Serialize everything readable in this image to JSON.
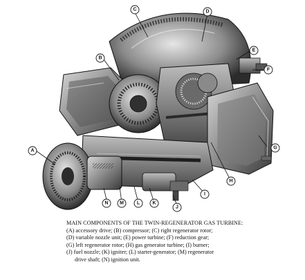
{
  "callouts": {
    "a": "A",
    "b": "B",
    "c": "C",
    "d": "D",
    "e": "E",
    "f": "F",
    "g": "G",
    "h": "H",
    "i": "I",
    "j": "J",
    "k": "K",
    "l": "L",
    "m": "M",
    "n": "N"
  },
  "caption": {
    "title": "MAIN COMPONENTS OF THE TWIN-REGENERATOR GAS TURBINE:",
    "lines": [
      "(A) accessory drive; (B) compressor; (C) right regenerator rotor;",
      "(D) variable nozzle unit; (E) power turbine; (F) reduction gear;",
      "(G) left regenerator rotor; (H) gas generator turbine; (I) burner;",
      "(J) fuel nozzle; (K) igniter; (L) starter-generator; (M) regenerator",
      "drive shaft; (N) ignition unit."
    ]
  }
}
